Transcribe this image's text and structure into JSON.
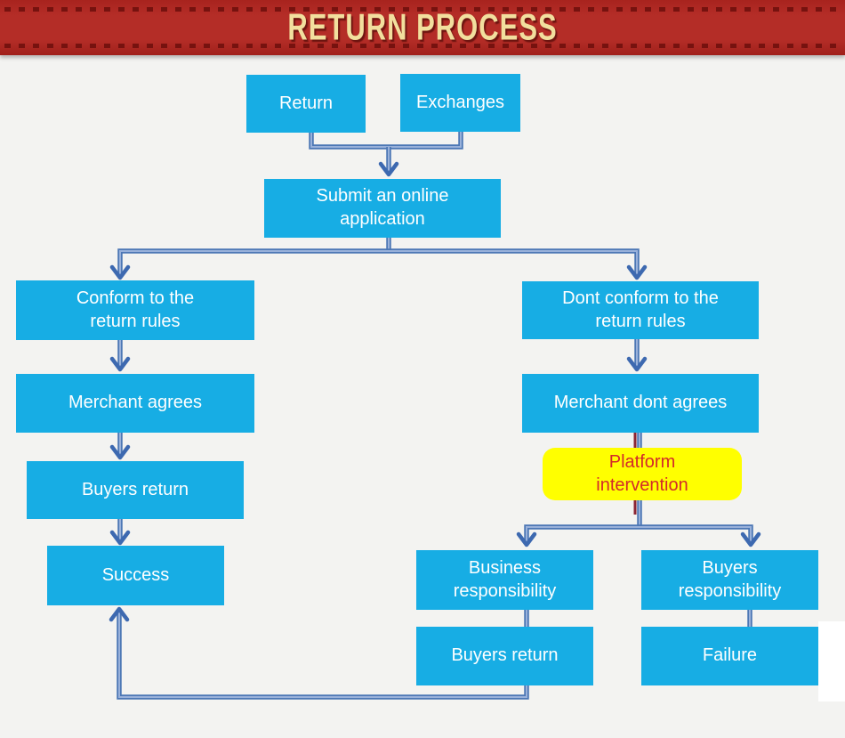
{
  "banner": {
    "title": "RETURN PROCESS"
  },
  "nodes": [
    {
      "id": "return",
      "label": "Return"
    },
    {
      "id": "exchanges",
      "label": "Exchanges"
    },
    {
      "id": "submit",
      "label": "Submit an online\napplication"
    },
    {
      "id": "conform",
      "label": "Conform to the\nreturn rules"
    },
    {
      "id": "dont-conform",
      "label": "Dont conform to the\nreturn rules"
    },
    {
      "id": "merchant-agrees",
      "label": "Merchant agrees"
    },
    {
      "id": "merchant-dont-agrees",
      "label": "Merchant dont agrees"
    },
    {
      "id": "platform-intervention",
      "label": "Platform\nintervention"
    },
    {
      "id": "buyers-return-left",
      "label": "Buyers return"
    },
    {
      "id": "success",
      "label": "Success"
    },
    {
      "id": "business-responsibility",
      "label": "Business\nresponsibility"
    },
    {
      "id": "buyers-responsibility",
      "label": "Buyers\nresponsibility"
    },
    {
      "id": "buyers-return-bottom",
      "label": "Buyers return"
    },
    {
      "id": "failure",
      "label": "Failure"
    }
  ],
  "colors": {
    "background": "#F3F3F1",
    "banner_bg": "#B42D27",
    "banner_dash": "#76120F",
    "banner_text": "#F2DF9E",
    "box": "#17ADE4",
    "box_text": "#FFFFFF",
    "highlight_bg": "#FFFF00",
    "highlight_text": "#D32A2A",
    "connector": "#4C77B5",
    "connector_core": "#99B1DA",
    "arrow": "#3D69B0",
    "maroon_line": "#8B2433"
  }
}
